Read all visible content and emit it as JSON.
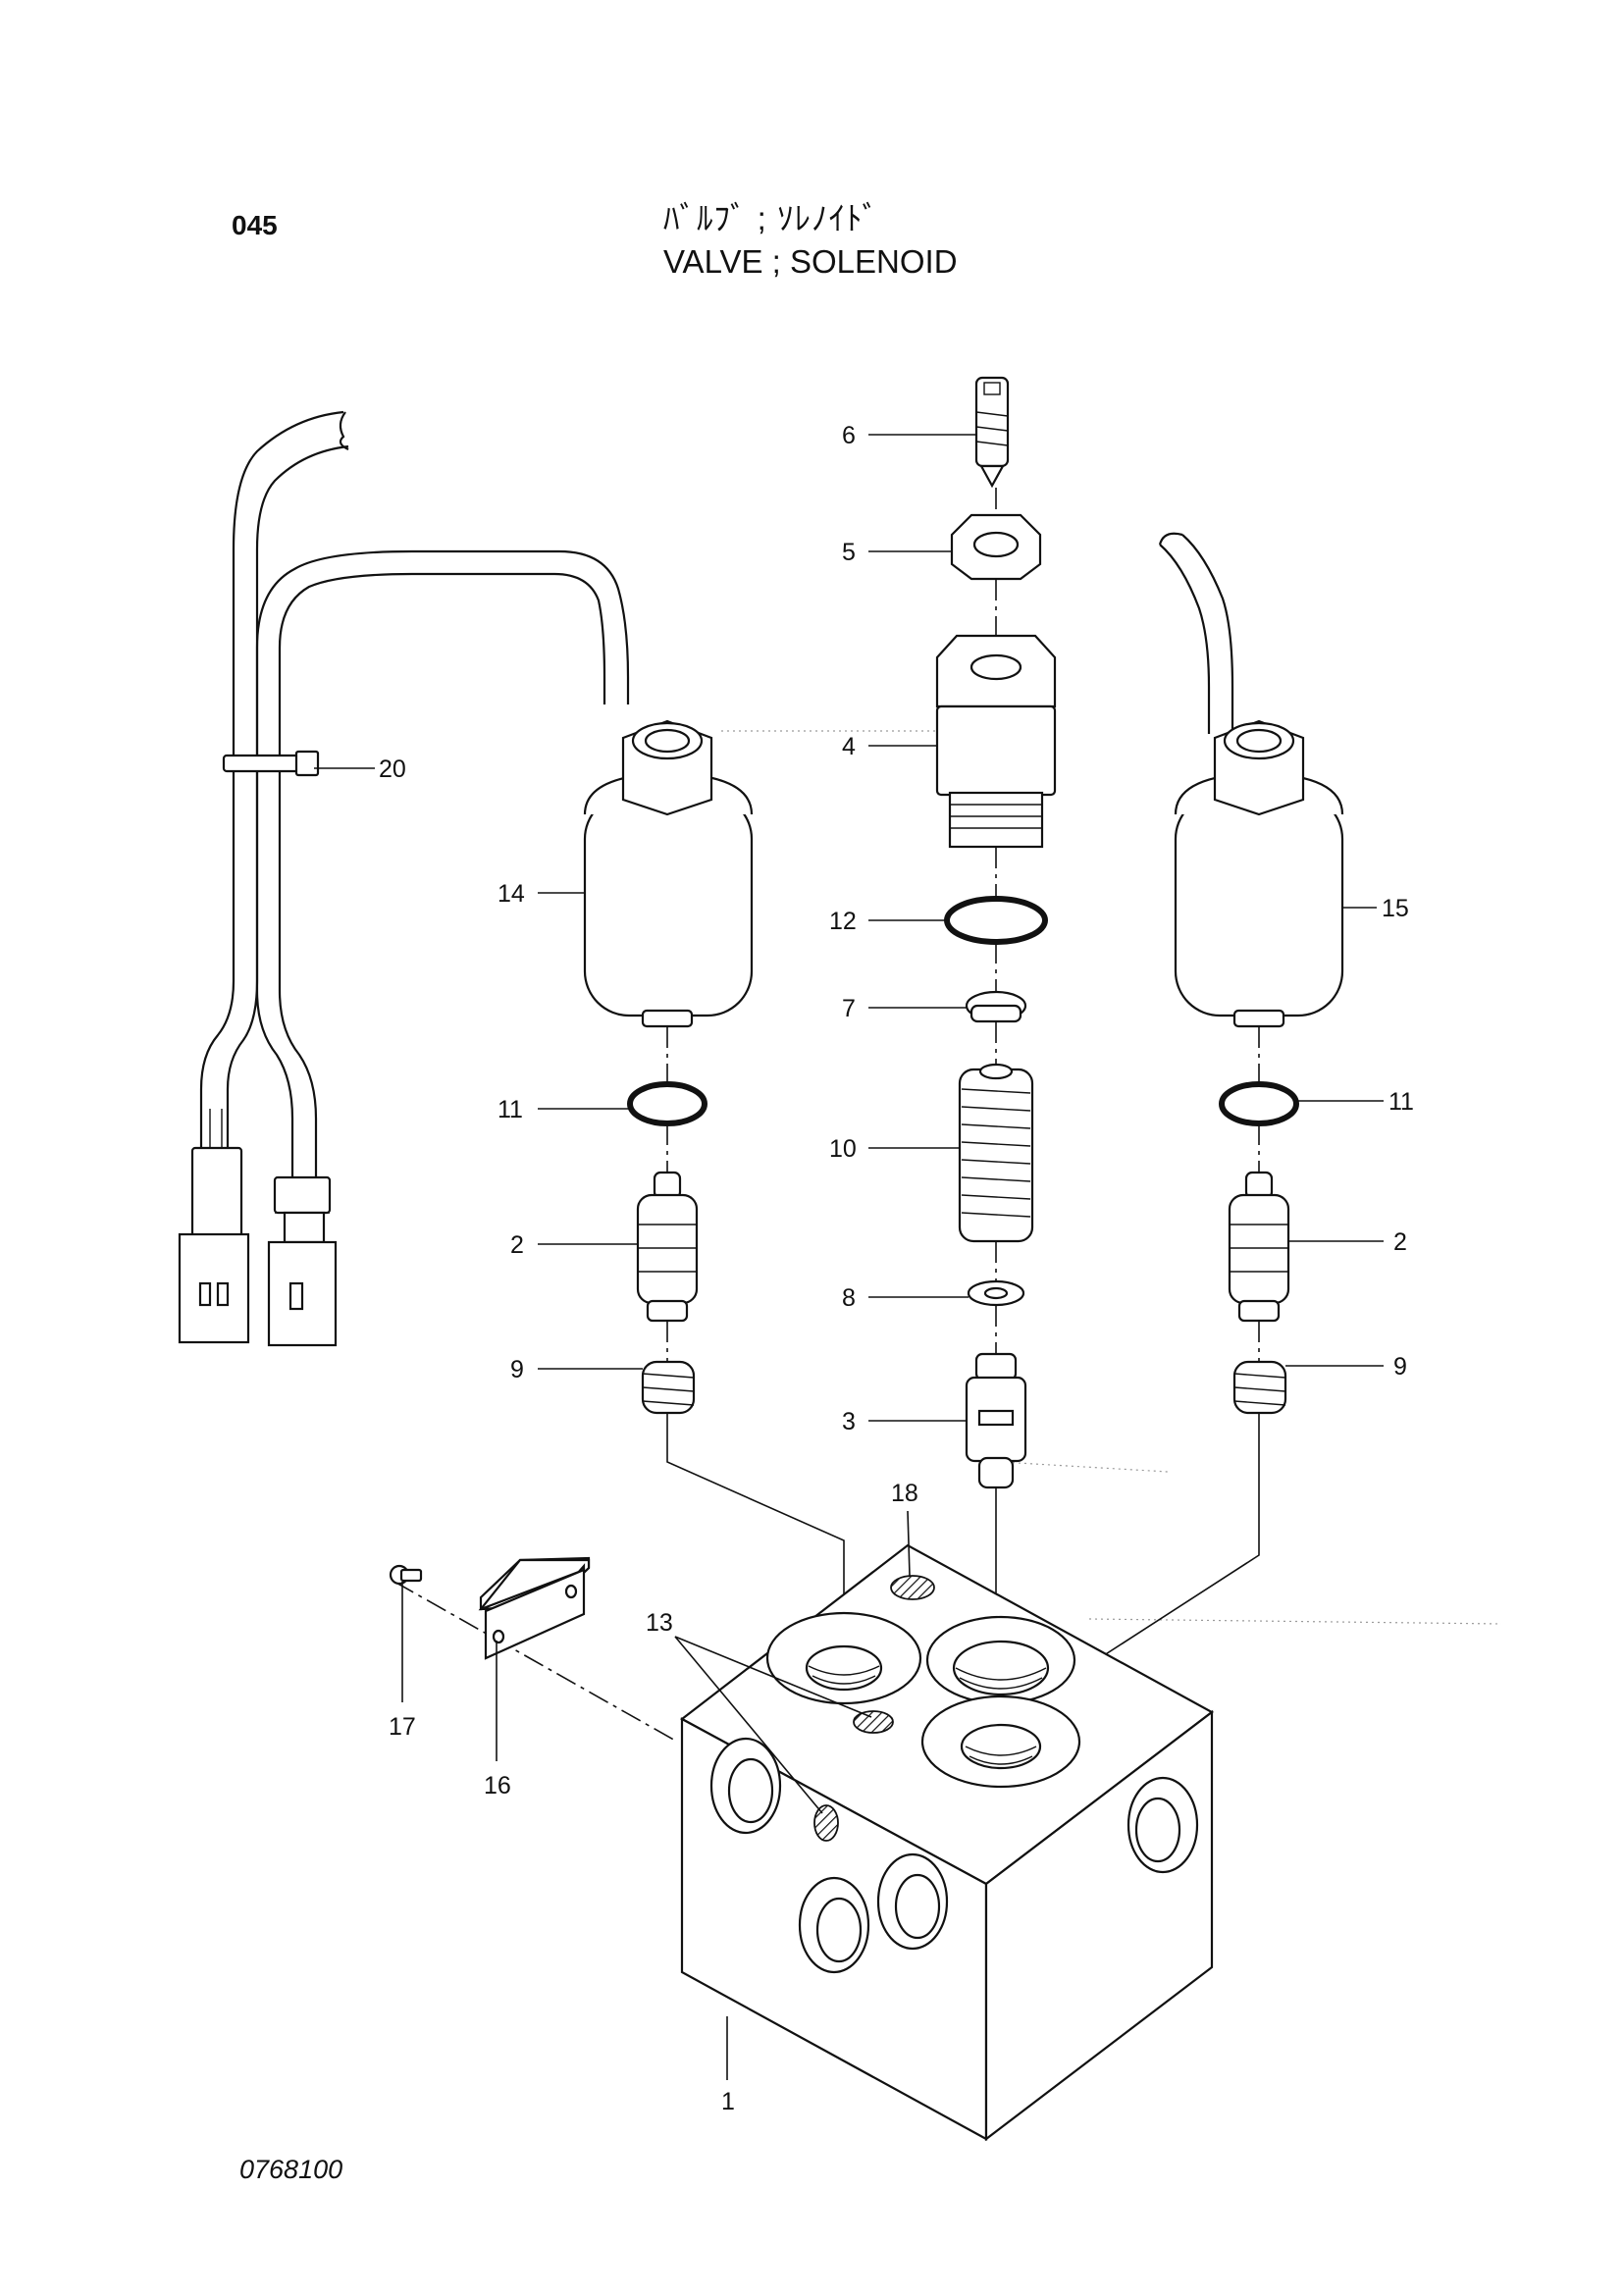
{
  "header": {
    "page_number": "045",
    "title_japanese": "ﾊﾞﾙﾌﾞ ; ｿﾚﾉｲﾄﾞ",
    "title_english": "VALVE ; SOLENOID"
  },
  "footer": {
    "drawing_number": "0768100"
  },
  "callouts": {
    "c1": "1",
    "c2_left": "2",
    "c2_right": "2",
    "c3": "3",
    "c4": "4",
    "c5": "5",
    "c6": "6",
    "c7": "7",
    "c8": "8",
    "c9_left": "9",
    "c9_right": "9",
    "c10": "10",
    "c11_left": "11",
    "c11_right": "11",
    "c12": "12",
    "c13": "13",
    "c14": "14",
    "c15": "15",
    "c16": "16",
    "c17": "17",
    "c18": "18",
    "c20": "20"
  }
}
